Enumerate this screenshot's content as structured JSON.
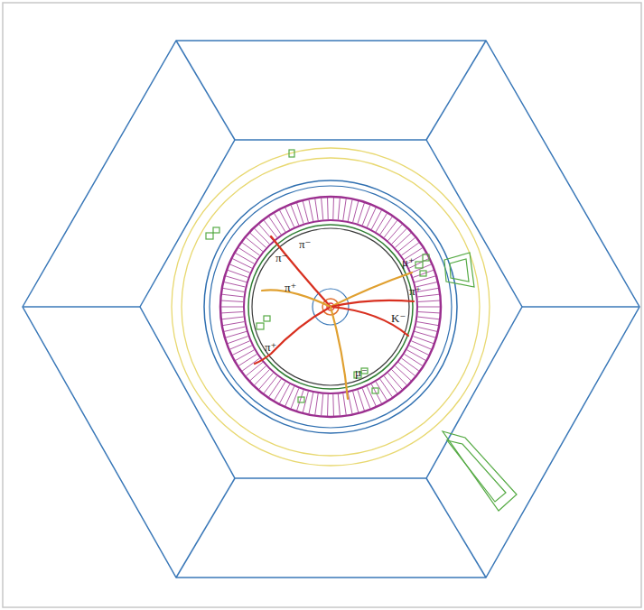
{
  "diagram": {
    "labels": [
      "π⁻",
      "π⁻",
      "π⁺",
      "μ⁺",
      "π⁺",
      "K⁻",
      "π⁺",
      "μ⁻"
    ]
  }
}
